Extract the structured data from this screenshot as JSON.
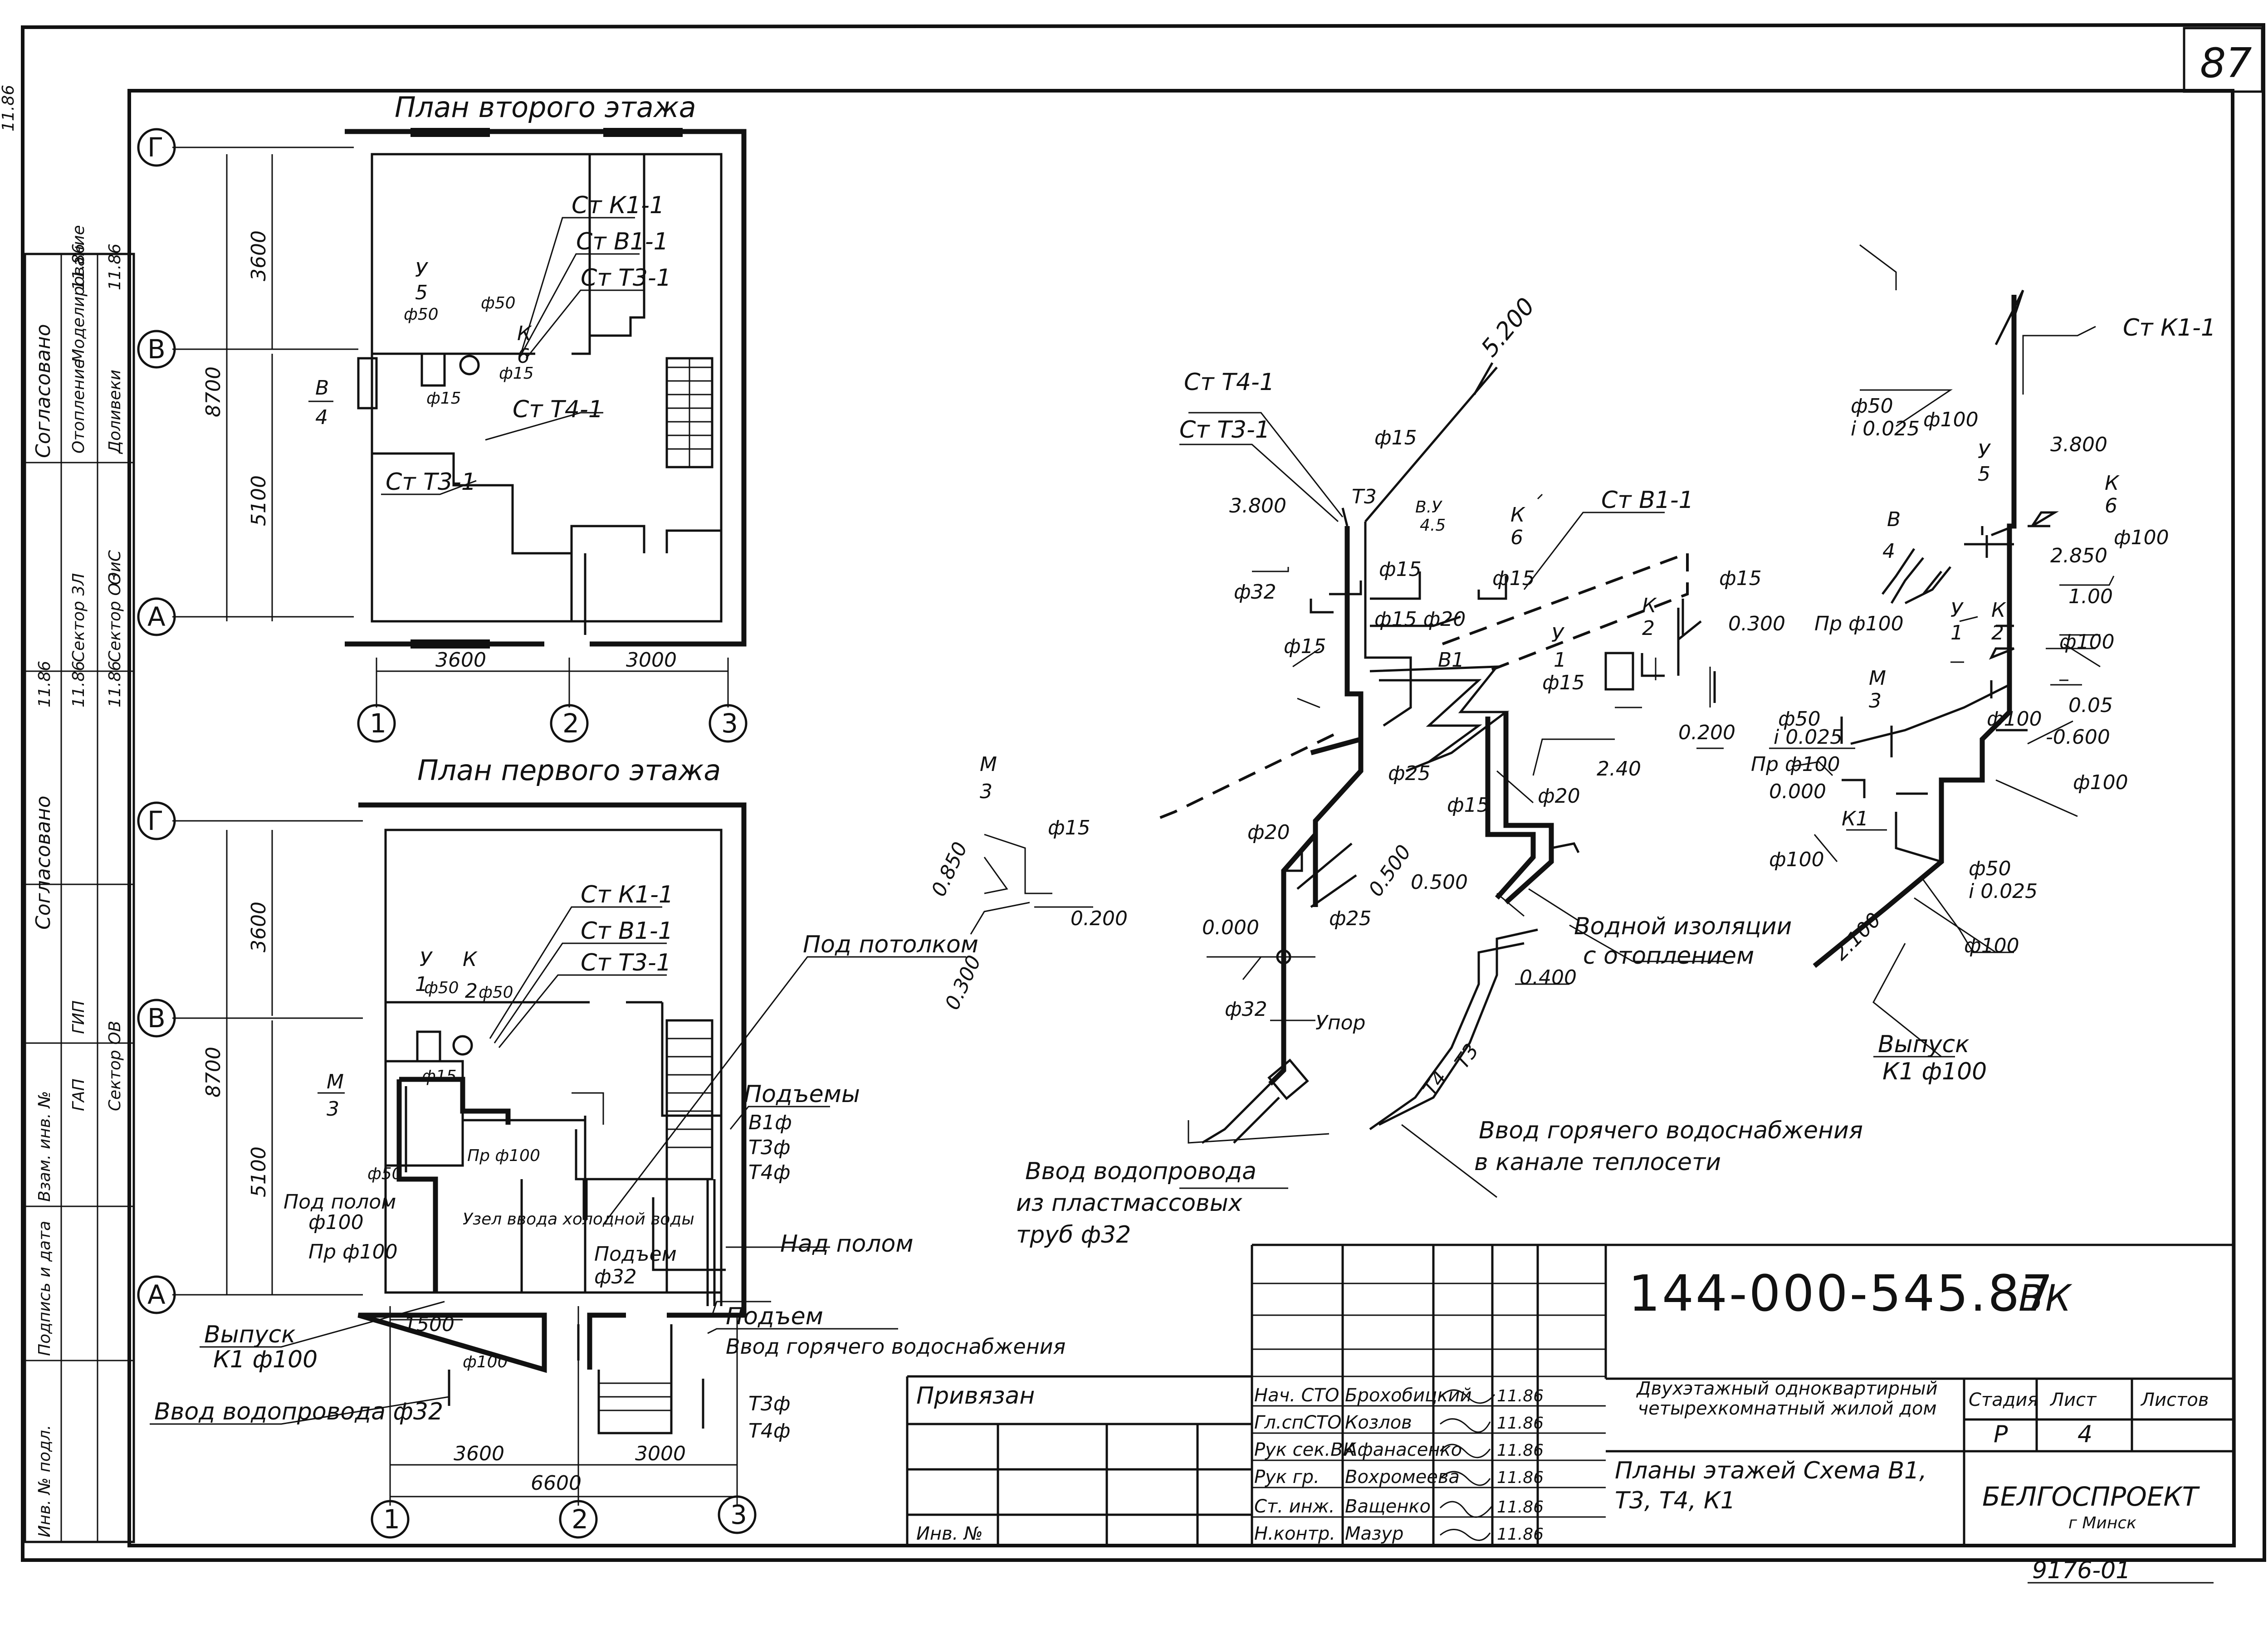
{
  "sheet_number": "87",
  "drawing_code": "144-000-545.87",
  "discipline": "ВК",
  "bottom_ref": "9176-01",
  "plans": {
    "second_floor_title": "План второго этажа",
    "first_floor_title": "План первого этажа",
    "axes_letters": [
      "Г",
      "В",
      "А"
    ],
    "axes_numbers": [
      "1",
      "2",
      "3"
    ],
    "dims": {
      "top_vert": "3600",
      "bot_vert": "5100",
      "total_vert": "8700",
      "span_left": "3600",
      "span_right": "3000",
      "total_h": "6600",
      "stub": "1500"
    },
    "second_floor_labels": [
      "Ст К1-1",
      "Ст В1-1",
      "Ст Т3-1",
      "Ст Т4-1",
      "Ст Т3-1",
      "У",
      "5",
      "ф50",
      "ф50",
      "К",
      "6",
      "ф15",
      "ф15",
      "В",
      "4"
    ],
    "first_floor_labels": [
      "Ст К1-1",
      "Ст В1-1",
      "Ст Т3-1",
      "У",
      "1",
      "К",
      "2",
      "ф50",
      "ф50",
      "ф15",
      "М",
      "3",
      "Пр ф100",
      "Под полом",
      "ф100",
      "Пр ф100",
      "Узел ввода холодной воды",
      "Подъем",
      "ф32",
      "Над полом",
      "Подъем",
      "Ввод горячего водоснабжения",
      "Т3ф",
      "Т4ф",
      "Подъемы",
      "В1ф",
      "Т3ф",
      "Т4ф",
      "Под потолком",
      "Выпуск",
      "К1 ф100",
      "Ввод водопровода ф32",
      "ф100",
      "ф50"
    ]
  },
  "scheme": {
    "labels": [
      "Ст Т4-1",
      "Ст Т3-1",
      "3.800",
      "ф32",
      "ф15",
      "ф15",
      "Т3",
      "В.У",
      "4.5",
      "ф15",
      "5.200",
      "К",
      "6",
      "Ст В1-1",
      "ф15",
      "ф15 ф20",
      "В1",
      "У",
      "1",
      "К",
      "2",
      "ф15",
      "ф15",
      "0.300",
      "0.200",
      "2.40",
      "М",
      "3",
      "0.850",
      "ф15",
      "0.200",
      "0.300",
      "ф25",
      "ф20",
      "0.500",
      "ф25",
      "0.000",
      "ф15",
      "ф20",
      "0.500",
      "0.400",
      "Водной изоляции",
      "с отоплением",
      "ф32",
      "Упор",
      "Ввод водопровода",
      "из пластмассовых",
      "труб ф32",
      "Т4",
      "Т3",
      "Ввод горячего водоснабжения",
      "в канале теплосети",
      "Ст К1-1",
      "ф50",
      "i 0.025",
      "ф100",
      "3.800",
      "У",
      "5",
      "К",
      "6",
      "ф100",
      "2.850",
      "В",
      "4",
      "1.00",
      "ф100",
      "Пр ф100",
      "У",
      "1",
      "К",
      "2",
      "М",
      "3",
      "ф100",
      "0.05",
      "-0.600",
      "ф50",
      "i 0.025",
      "Пр ф100",
      "0.000",
      "ф100",
      "К1",
      "ф100",
      "ф50",
      "i 0.025",
      "ф100",
      "2.100",
      "Выпуск",
      "К1 ф100"
    ]
  },
  "stamp_left": {
    "cols": [
      "Согласовано",
      "Согласовано"
    ],
    "rows": [
      "Сектор 3Л",
      "Сектор ОЗ",
      "ОиС",
      "Отопление",
      "Моделирование",
      "Доливеки",
      "ГАП",
      "ГИП",
      "Сектор ОВ",
      "Инв. № подл.",
      "Подпись и дата",
      "Взам. инв. №"
    ],
    "dates": [
      "11.86",
      "11.86",
      "11.86",
      "11.86",
      "11.86",
      "11.86"
    ]
  },
  "title_block": {
    "attached": "Привязан",
    "inv": "Инв. №",
    "roles": [
      "Нач. СТО",
      "Гл.спСТО",
      "Рук сек.ВК",
      "Рук гр.",
      "Ст. инж.",
      "Н.контр."
    ],
    "names": [
      "Брохобицкий",
      "Козлов",
      "Афанасенко",
      "Вохромеева",
      "Ващенко",
      "Мазур"
    ],
    "dates": [
      "11.86",
      "11.86",
      "11.86",
      "11.86",
      "11.86",
      "11.86"
    ],
    "object": "Двухэтажный одноквартирный четырехкомнатный жилой дом",
    "sheet_title": "Планы этажей Схема В1, Т3, Т4, К1",
    "org": "БЕЛГОСПРОЕКТ",
    "city": "г Минск",
    "h_stage": "Стадия",
    "h_sheet": "Лист",
    "h_sheets": "Листов",
    "stage": "Р",
    "sheet": "4",
    "sheets": ""
  }
}
